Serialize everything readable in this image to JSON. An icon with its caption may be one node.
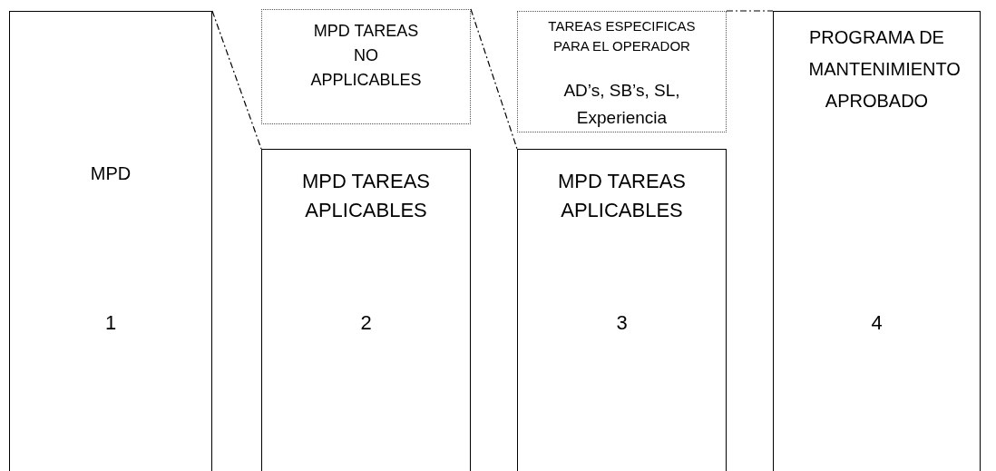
{
  "diagram": {
    "nodes": [
      {
        "text": [
          "MPD",
          "1"
        ]
      },
      {
        "text": [
          "MPD TAREAS NO APPLICABLES"
        ]
      },
      {
        "text": [
          "MPD TAREAS APLICABLES",
          "2"
        ]
      },
      {
        "text": [
          "TAREAS ESPECIFICAS PARA EL OPERADOR",
          "AD’s, SB’s, SL, Experiencia"
        ]
      },
      {
        "text": [
          "MPD TAREAS APLICABLES",
          "3"
        ]
      },
      {
        "text": [
          "PROGRAMA DE MANTENIMIENTO APROBADO",
          "4"
        ]
      }
    ],
    "edges": [
      {
        "from": 0,
        "to": 2,
        "arrow": "none",
        "style": "dashed"
      },
      {
        "from": 1,
        "to": 4,
        "arrow": "none",
        "style": "dashed"
      },
      {
        "from": 3,
        "to": 5,
        "arrow": "none",
        "style": "dashed"
      }
    ]
  }
}
